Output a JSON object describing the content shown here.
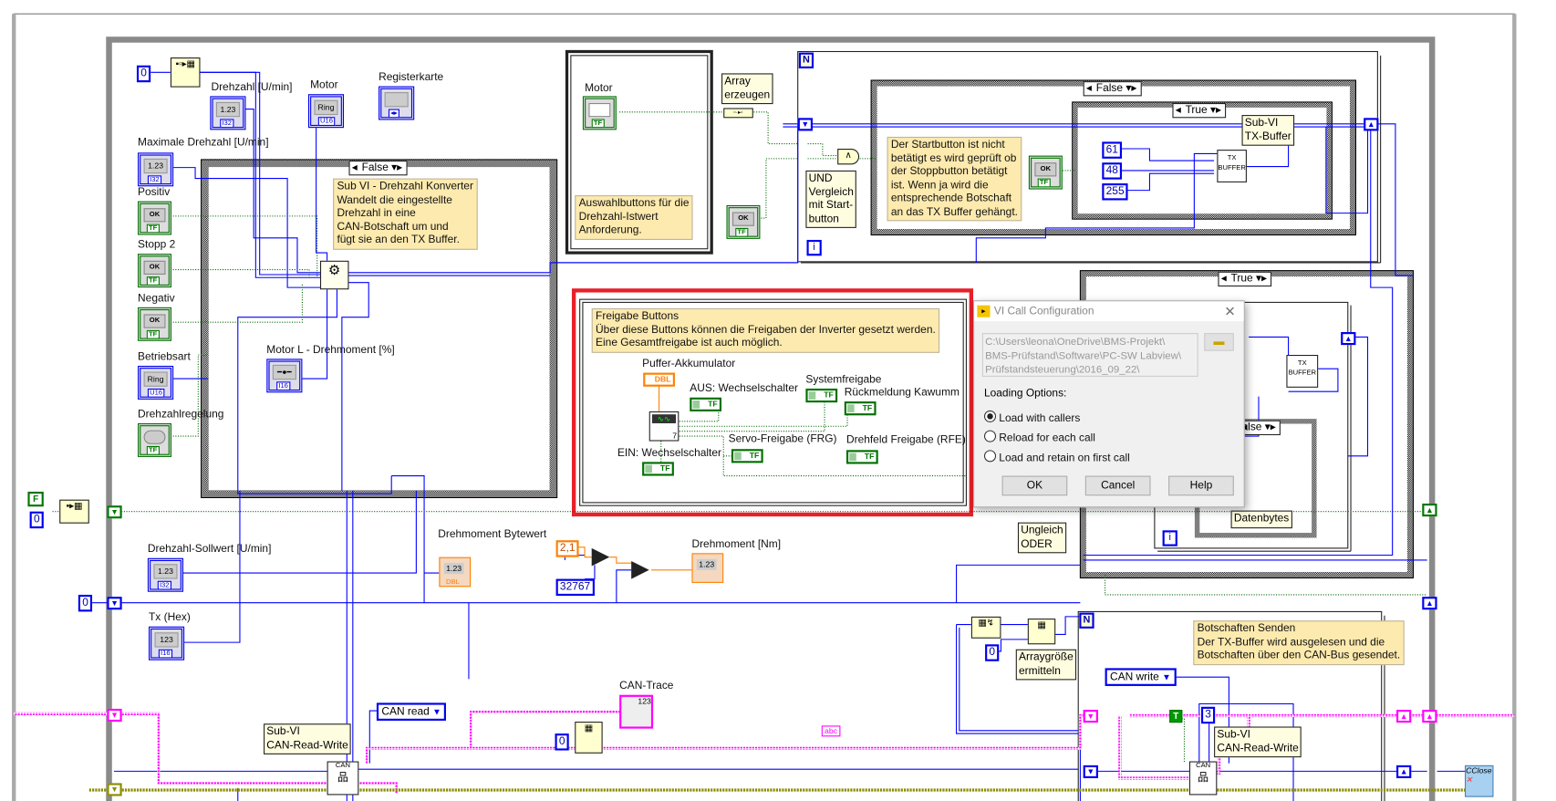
{
  "top_left": {
    "init_const": "0",
    "drehzahl_label": "Drehzahl [U/min]",
    "drehzahl_type": "I32",
    "motor_label": "Motor",
    "motor_face": "Ring",
    "motor_type": "U16",
    "registerkarte_label": "Registerkarte",
    "max_drehzahl_label": "Maximale Drehzahl [U/min]",
    "max_drehzahl_face": "1.23",
    "positiv_label": "Positiv",
    "stopp2_label": "Stopp 2",
    "negativ_label": "Negativ",
    "betriebsart_label": "Betriebsart",
    "betriebsart_face": "Ring",
    "drehzahlregelung_label": "Drehzahlregelung",
    "motor_l_label": "Motor L - Drehmoment [%]",
    "ok_face": "OK",
    "tf_type": "TF",
    "f_const": "F",
    "zero_const": "0"
  },
  "case1": {
    "selector": "False",
    "comment": "Sub VI - Drehzahl Konverter\nWandelt die eingestellte\nDrehzahl in eine\nCAN-Botschaft um und\nfügt sie an den TX Buffer."
  },
  "sequence": {
    "motor_label": "Motor",
    "comment": "Auswahlbuttons für die\nDrehzahl-Istwert\nAnforderung.",
    "array_note": "Array\nerzeugen"
  },
  "for_loop_top": {
    "n_label": "N",
    "i_label": "i",
    "und_note": "UND\nVergleich\nmit Start-\nbutton",
    "case_false_selector": "False",
    "case_false_comment": "Der Startbutton ist nicht\nbetätigt es wird geprüft ob\nder Stoppbutton betätigt\nist. Wenn ja wird die\nentsprechende Botschaft\nan das TX Buffer gehängt.",
    "case_true_selector": "True",
    "const_61": "61",
    "const_48": "48",
    "const_255": "255",
    "tx_buffer_node": "TX\nBUFFER",
    "tx_buffer_note": "Sub-VI\nTX-Buffer"
  },
  "case_true_2": {
    "selector": "True",
    "inner_selector": "alse",
    "datenbytes_note": "Datenbytes",
    "ungleich_note": "Ungleich\nODER",
    "tx_buffer_node": "TX\nBUFFER",
    "i_label": "i"
  },
  "freigabe": {
    "comment": "Freigabe Buttons\nÜber diese Buttons können die Freigaben der Inverter gesetzt werden.\nEine Gesamtfreigabe ist auch möglich.",
    "puffer_label": "Puffer-Akkumulator",
    "puffer_type": "DBL",
    "aus_label": "AUS: Wechselschalter",
    "systemfreigabe_label": "Systemfreigabe",
    "rueckmeldung_label": "Rückmeldung Kawumm",
    "servo_label": "Servo-Freigabe (FRG)",
    "drehfeld_label": "Drehfeld Freigabe (RFE)",
    "ein_label": "EIN: Wechselschalter",
    "node_count": "7",
    "tf_type": "TF",
    "highlight_color": "#e8202a"
  },
  "dialog": {
    "title": "VI Call Configuration",
    "path": "C:\\Users\\leona\\OneDrive\\BMS-Projekt\\\nBMS-Prüfstand\\Software\\PC-SW Labview\\\nPrüfstandsteuerung\\2016_09_22\\",
    "browse_icon": "folder-icon",
    "loading_options_label": "Loading Options:",
    "options": [
      {
        "label": "Load with callers",
        "selected": true
      },
      {
        "label": "Reload for each call",
        "selected": false
      },
      {
        "label": "Load and retain on first call",
        "selected": false
      }
    ],
    "ok_label": "OK",
    "cancel_label": "Cancel",
    "help_label": "Help",
    "close_icon": "close-icon"
  },
  "bottom_left": {
    "sollwert_label": "Drehzahl-Sollwert [U/min]",
    "sollwert_face": "1.23",
    "sollwert_type": "I32",
    "zero_const": "0",
    "tx_hex_label": "Tx (Hex)",
    "tx_hex_face": "123",
    "tx_hex_type": "I16",
    "drehmoment_bytewert_label": "Drehmoment Bytewert",
    "bytewert_face": "1.23",
    "bytewert_type": "DBL",
    "const_21": "2,1",
    "const_32767": "32767",
    "drehmoment_nm_label": "Drehmoment [Nm]",
    "nm_face": "1.23",
    "can_trace_label": "CAN-Trace",
    "can_trace_face": "123",
    "can_read_ring": "CAN read",
    "sub_vi_note": "Sub-VI\nCAN-Read-Write",
    "can_node": "CAN",
    "zero_const2": "0",
    "abc_const": "abc"
  },
  "bottom_right": {
    "n_label": "N",
    "comment": "Botschaften Senden\nDer TX-Buffer wird ausgelesen und die\nBotschaften über den CAN-Bus gesendet.",
    "arraygroesse_note": "Arraygröße\nermitteln",
    "zero_const": "0",
    "can_write_ring": "CAN write",
    "t_const": "T",
    "const_3": "3",
    "sub_vi_note": "Sub-VI\nCAN-Read-Write",
    "can_node": "CAN",
    "cclose_label": "CClose"
  },
  "colors": {
    "integer_wire": "#0000ff",
    "boolean_wire": "#006600",
    "double_wire": "#ff8000",
    "string_wire": "#ff00ff",
    "error_wire": "#8c8c00",
    "loop_frame": "#8a8a8a",
    "comment_bg": "#fdeaae"
  }
}
